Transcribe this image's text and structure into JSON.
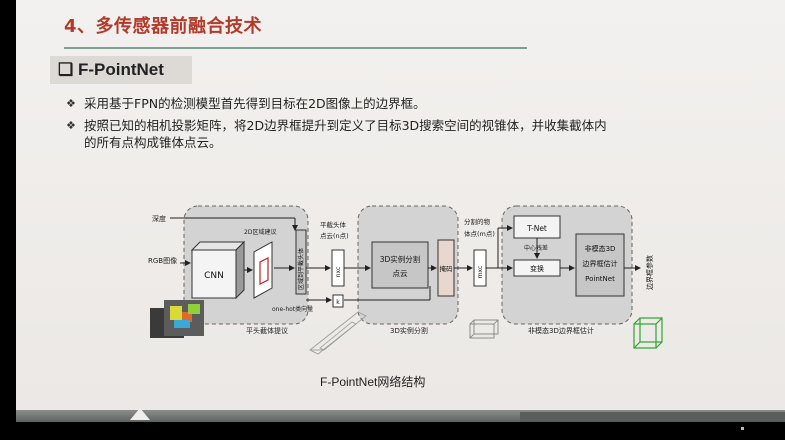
{
  "slide": {
    "title": "4、多传感器前融合技术",
    "subtitle_icon": "❑",
    "subtitle": "F-PointNet",
    "bullet_mark": "❖",
    "bullets": [
      "采用基于FPN的检测模型首先得到目标在2D图像上的边界框。",
      "按照已知的相机投影矩阵，将2D边界框提升到定义了目标3D搜索空间的视锥体，并收集截体内",
      "的所有点构成锥体点云。"
    ],
    "caption": "F-PointNet网络结构"
  },
  "diagram": {
    "input_depth": "深度",
    "input_rgb": "RGB图像",
    "cnn": "CNN",
    "region_2d": "2D区域建议",
    "region_lift": "区域到平截头体",
    "onehot": "one-hot类向量",
    "group1_caption": "平头截体提议",
    "frustum_points_1": "平截头体",
    "frustum_points_2": "点云(n点)",
    "nxc": "nxc",
    "k": "k",
    "seg_box_1": "3D实例分割",
    "seg_box_2": "点云",
    "mask": "掩码",
    "group2_caption": "3D实例分割",
    "seg_points_1": "分割的物",
    "seg_points_2": "体点(m点)",
    "mxc": "mxc",
    "tnet": "T-Net",
    "center_residual": "中心残差",
    "transform": "变换",
    "amodal_1": "非模态3D",
    "amodal_2": "边界框估计",
    "amodal_3": "PointNet",
    "box_params": "边界框参数",
    "group3_caption": "非模态3D边界框估计"
  },
  "colors": {
    "title": "#b33a2a",
    "rule": "#7f9e92",
    "group_fill": "#d3d3d3",
    "block_fill": "#c6c6c6",
    "mask_fill": "#e8d7cc",
    "box_green": "#2fa52f"
  }
}
